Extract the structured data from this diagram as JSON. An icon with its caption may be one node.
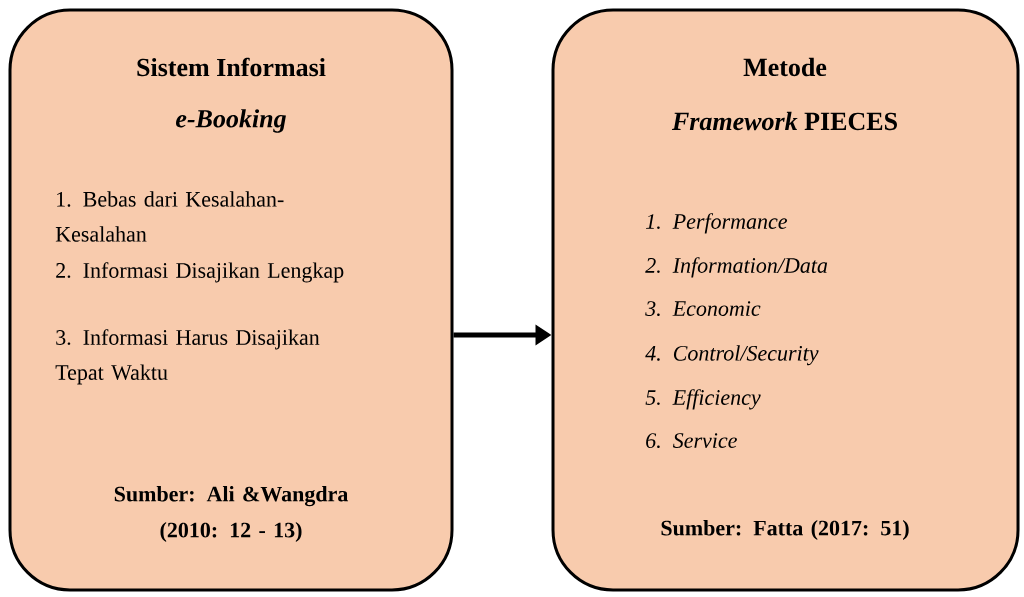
{
  "diagram": {
    "nodes": [
      {
        "text": [
          "Sistem Informasi",
          "e-Booking",
          "1. Bebas dari Kesalahan-Kesalahan",
          "2. Informasi Disajikan Lengkap",
          "3. Informasi Harus Disajikan Tepat Waktu",
          "Sumber: Ali &Wangdra (2010: 12 - 13)"
        ]
      },
      {
        "text": [
          "Metode",
          "*Framework* PIECES",
          "1. Performance",
          "2. Information/Data",
          "3. Economic",
          "4. Control/Security",
          "5. Efficiency",
          "6. Service",
          "Sumber: Fatta (2017: 51)"
        ]
      }
    ],
    "edges": [
      {
        "from": 0,
        "to": 1,
        "arrow": "to"
      }
    ]
  }
}
